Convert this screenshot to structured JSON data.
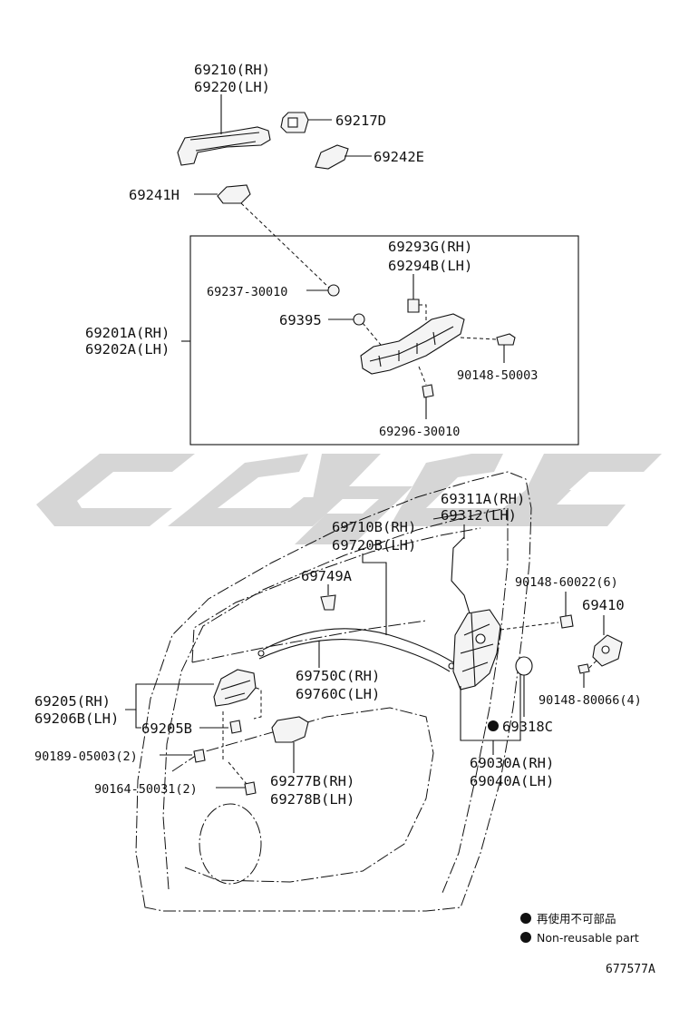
{
  "labels": {
    "p69210": "69210(RH)",
    "p69220": "69220(LH)",
    "p69217D": "69217D",
    "p69242E": "69242E",
    "p69241H": "69241H",
    "p69293G": "69293G(RH)",
    "p69294B": "69294B(LH)",
    "p69237": "69237-30010",
    "p69395": "69395",
    "p69201A": "69201A(RH)",
    "p69202A": "69202A(LH)",
    "p90148_50003": "90148-50003",
    "p69296": "69296-30010",
    "p69311A": "69311A(RH)",
    "p69312": "69312(LH)",
    "p69710B": "69710B(RH)",
    "p69720B": "69720B(LH)",
    "p69749A": "69749A",
    "p90148_60022": "90148-60022(6)",
    "p69410": "69410",
    "p69750C": "69750C(RH)",
    "p69760C": "69760C(LH)",
    "p69205": "69205(RH)",
    "p69206B": "69206B(LH)",
    "p69205B": "69205B",
    "p90148_80066": "90148-80066(4)",
    "p69318C": "69318C",
    "p90189": "90189-05003(2)",
    "p69030A": "69030A(RH)",
    "p69040A": "69040A(LH)",
    "p90164": "90164-50031(2)",
    "p69277B": "69277B(RH)",
    "p69278B": "69278B(LH)"
  },
  "legend": {
    "jp": "再使用不可部品",
    "en": "Non-reusable part"
  },
  "diagram_code": "677577A",
  "colors": {
    "line": "#111111",
    "watermark": "#cfcfcf"
  }
}
